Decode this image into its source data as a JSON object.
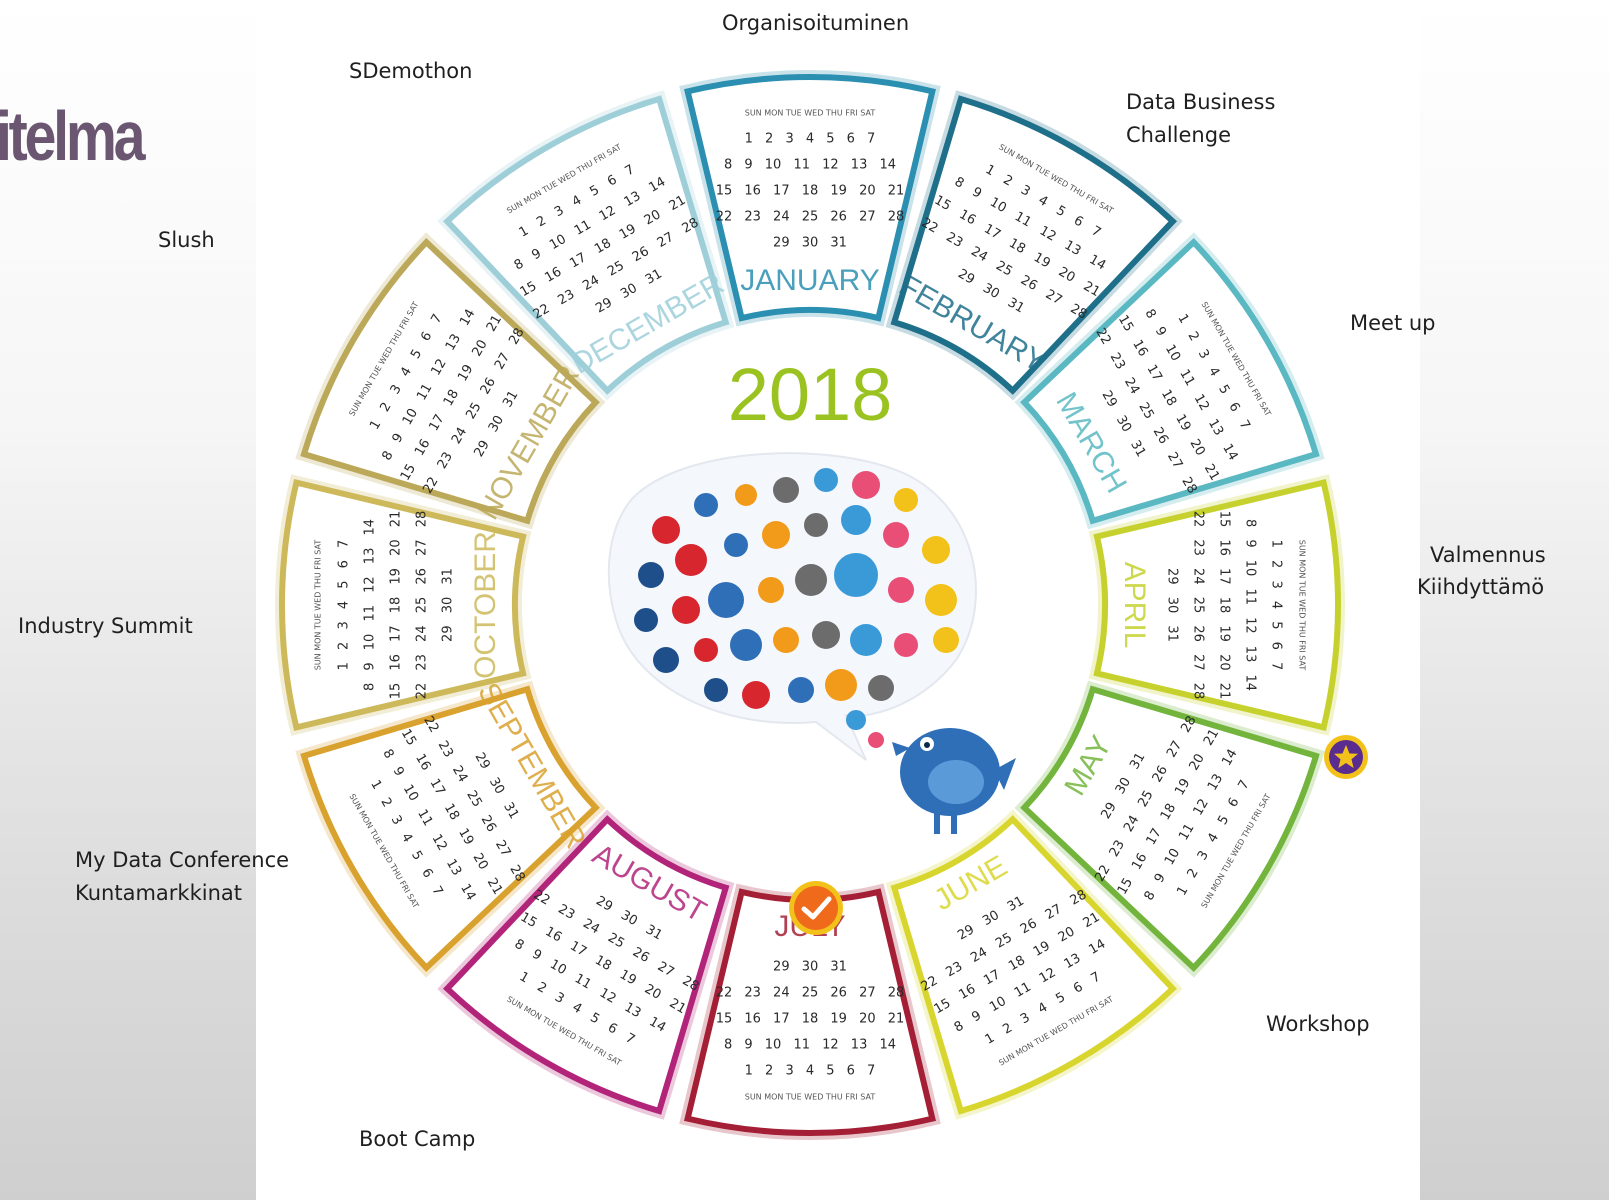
{
  "header": {
    "title_fragment": "itelma"
  },
  "calendar": {
    "year": "2018",
    "months": [
      {
        "name": "JANUARY",
        "color": "#2a8fb0"
      },
      {
        "name": "FEBRUARY",
        "color": "#1e6f8a"
      },
      {
        "name": "MARCH",
        "color": "#5ab8c2"
      },
      {
        "name": "APRIL",
        "color": "#c6d12e"
      },
      {
        "name": "MAY",
        "color": "#72b43c"
      },
      {
        "name": "JUNE",
        "color": "#d8d62e"
      },
      {
        "name": "JULY",
        "color": "#a41e35"
      },
      {
        "name": "AUGUST",
        "color": "#b22479"
      },
      {
        "name": "SEPTEMBER",
        "color": "#d9a12e"
      },
      {
        "name": "OCTOBER",
        "color": "#cdb85a"
      },
      {
        "name": "NOVEMBER",
        "color": "#bba858"
      },
      {
        "name": "DECEMBER",
        "color": "#9ecfd9"
      }
    ],
    "weekday_header": "SUN MON TUE WED THU FRI SAT"
  },
  "events": {
    "organisoituminen": "Organisoituminen",
    "sdemothon": "SDemothon",
    "data_business_1": "Data Business",
    "data_business_2": "Challenge",
    "slush": "Slush",
    "meet_up": "Meet up",
    "valmennus": "Valmennus",
    "kiihdyttamo": "Kiihdyttämö",
    "industry_summit": "Industry Summit",
    "my_data_conference": "My Data Conference",
    "kuntamarkkinat": "Kuntamarkkinat",
    "workshop": "Workshop",
    "boot_camp": "Boot Camp"
  },
  "markers": {
    "star_icon_color": "#5b2c8f",
    "star_icon_ring": "#f3c21a",
    "check_icon_color": "#ef6a1a"
  },
  "colors": {
    "year": "#9ac321",
    "title": "#6a5670"
  }
}
